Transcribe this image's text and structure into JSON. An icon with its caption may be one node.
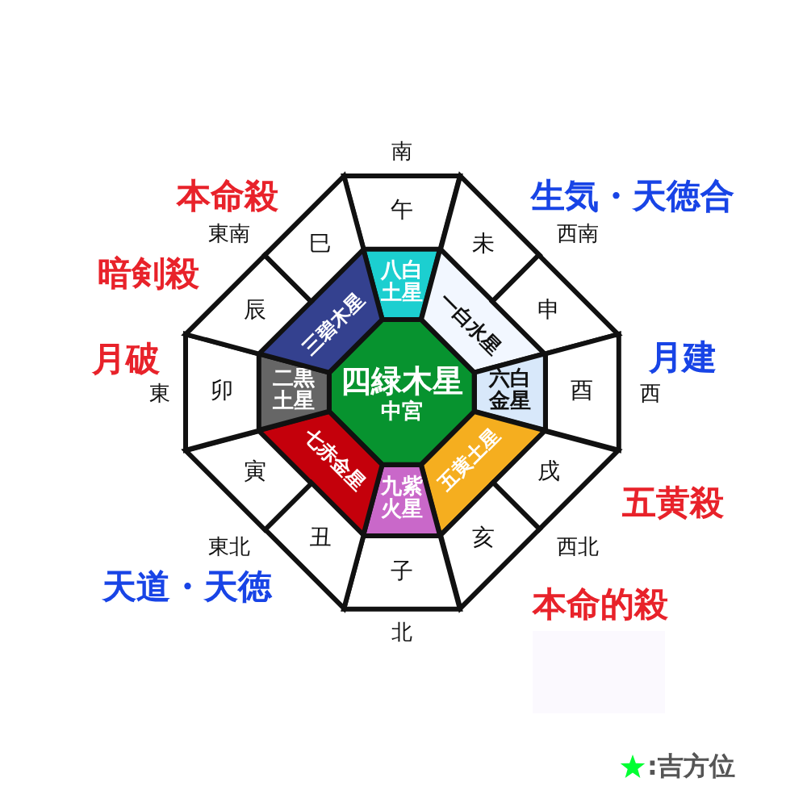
{
  "diagram": {
    "nodes": [
      {
        "text": [
          "四緑木星",
          "中宮"
        ]
      },
      {
        "text": [
          "八白土星"
        ]
      },
      {
        "text": [
          "一白水星"
        ]
      },
      {
        "text": [
          "六白金星"
        ]
      },
      {
        "text": [
          "五黄土星"
        ]
      },
      {
        "text": [
          "九紫火星"
        ]
      },
      {
        "text": [
          "七赤金星"
        ]
      },
      {
        "text": [
          "二黒土星"
        ]
      },
      {
        "text": [
          "三碧木星"
        ]
      },
      {
        "text": [
          "午"
        ]
      },
      {
        "text": [
          "未"
        ]
      },
      {
        "text": [
          "申"
        ]
      },
      {
        "text": [
          "酉"
        ]
      },
      {
        "text": [
          "戌"
        ]
      },
      {
        "text": [
          "亥"
        ]
      },
      {
        "text": [
          "子"
        ]
      },
      {
        "text": [
          "丑"
        ]
      },
      {
        "text": [
          "寅"
        ]
      },
      {
        "text": [
          "卯"
        ]
      },
      {
        "text": [
          "辰"
        ]
      },
      {
        "text": [
          "巳"
        ]
      }
    ],
    "labels": [
      "南",
      "本命殺",
      "生気・天徳合",
      "東南",
      "西南",
      "暗剣殺",
      "月破",
      "月建",
      "東",
      "西",
      "五黄殺",
      "東北",
      "西北",
      "天道・天徳",
      "本命的殺",
      "北"
    ],
    "legend": [
      {
        "text": ":吉方位",
        "color": "#00ff33"
      }
    ]
  }
}
